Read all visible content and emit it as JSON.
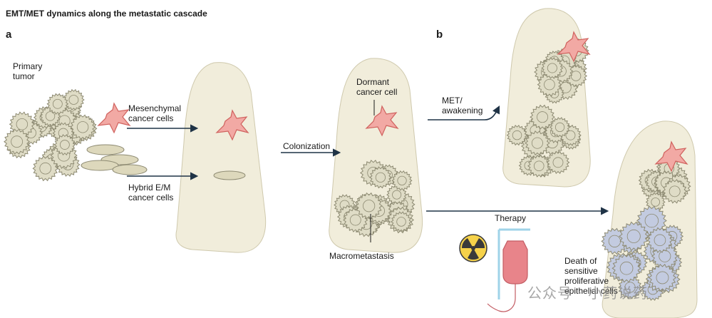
{
  "title": "EMT/MET dynamics along the metastatic cascade",
  "panels": {
    "a": "a",
    "b": "b"
  },
  "labels": {
    "primary_tumor": [
      "Primary",
      "tumor"
    ],
    "mesenchymal": [
      "Mesenchymal",
      "cancer cells"
    ],
    "hybrid": [
      "Hybrid E/M",
      "cancer cells"
    ],
    "colonization": "Colonization",
    "dormant": [
      "Dormant",
      "cancer cell"
    ],
    "macrometastasis": "Macrometastasis",
    "met_awakening": [
      "MET/",
      "awakening"
    ],
    "therapy": "Therapy",
    "death": [
      "Death of",
      "sensitive",
      "proliferative",
      "epithelial cells"
    ]
  },
  "watermark": "公众号 · 小药说药",
  "colors": {
    "lung": "#f1eddb",
    "lung_edge": "#cfc9ad",
    "cell": "#dfdcc6",
    "cell_edge": "#8d8a72",
    "mesenchymal": "#f2a9a4",
    "mesenchymal_edge": "#d0625e",
    "hybrid": "#ddd8bc",
    "dead_cell": "#c3cbe0",
    "arrow": "#1f3346",
    "bag": "#e8848a",
    "iv_stand": "#9fd3e8"
  }
}
